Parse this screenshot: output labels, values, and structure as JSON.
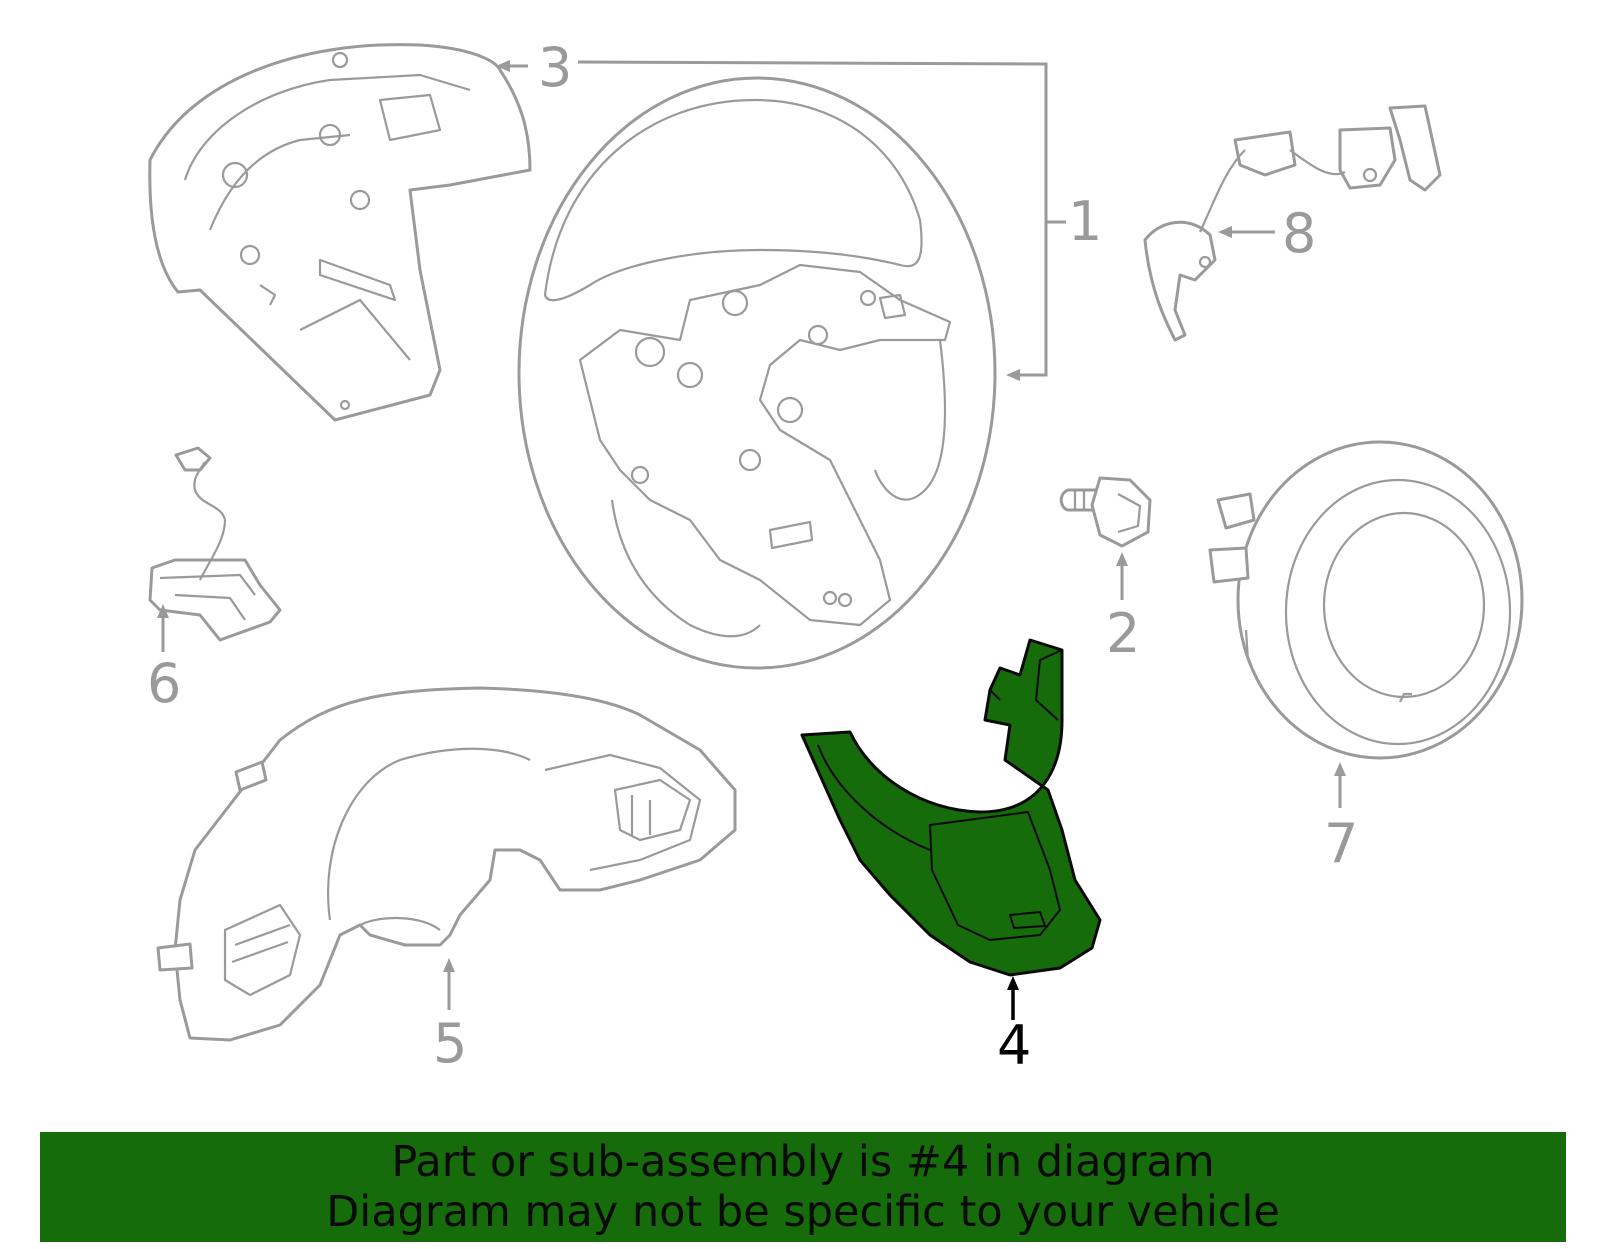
{
  "callouts": {
    "c1": "1",
    "c2": "2",
    "c3": "3",
    "c4": "4",
    "c5": "5",
    "c6": "6",
    "c7": "7",
    "c8": "8"
  },
  "highlight": {
    "part_number": "4",
    "color": "#166b0a"
  },
  "banner": {
    "line1": "Part or sub-assembly is #4 in diagram",
    "line2": "Diagram may not be specific to your vehicle",
    "background": "#166b0a"
  },
  "colors": {
    "line_art": "#9a9a9a",
    "active_text": "#000000"
  }
}
